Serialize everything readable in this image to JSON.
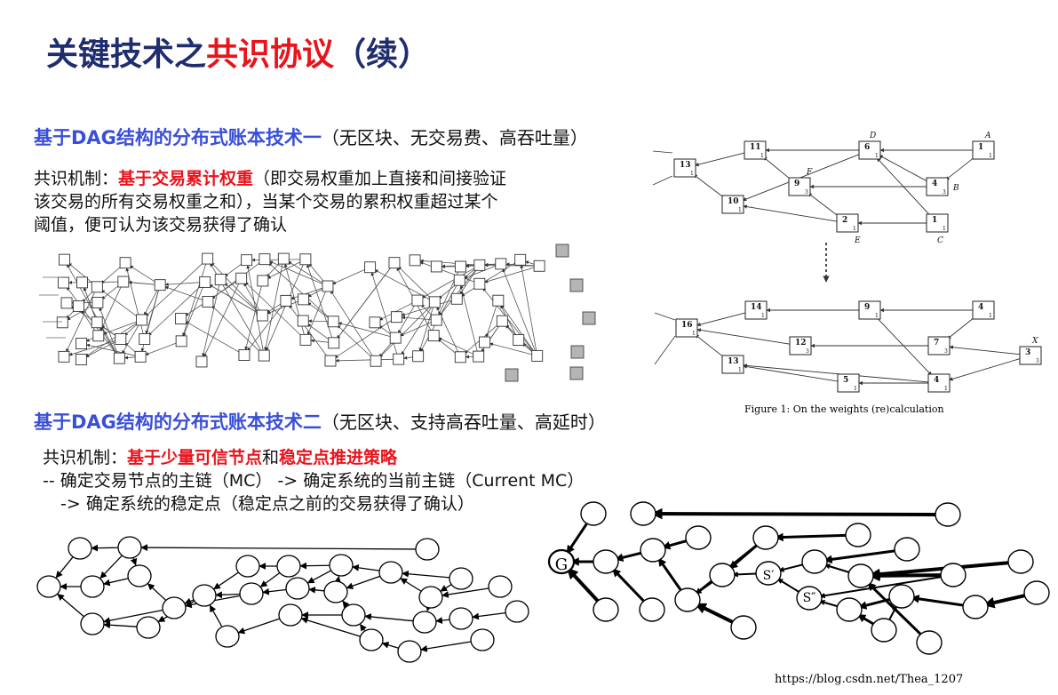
{
  "title": {
    "prefix": "关键技术之",
    "highlight": "共识协议",
    "suffix": "（续）"
  },
  "section1": {
    "heading": "基于DAG结构的分布式账本技术一",
    "note": "（无区块、无交易费、高吞吐量）",
    "label": "共识机制：",
    "highlight": "基于交易累计权重",
    "line1_rest": "（即交易权重加上直接和间接验证",
    "line2": "该交易的所有交易权重之和），当某个交易的累积权重超过某个",
    "line3": "阈值，便可认为该交易获得了确认"
  },
  "section2": {
    "heading": "基于DAG结构的分布式账本技术二",
    "note": "（无区块、支持高吞吐量、高延时）",
    "label": "共识机制：",
    "highlight1": "基于少量可信节点",
    "conj": "和",
    "highlight2": "稳定点推进策略",
    "line2": "-- 确定交易节点的主链（MC） -> 确定系统的当前主链（Current MC）",
    "line3": "-> 确定系统的稳定点（稳定点之前的交易获得了确认）"
  },
  "weights_figure": {
    "caption": "Figure 1: On the weights (re)calculation",
    "top_nodes": [
      {
        "id": "n11",
        "w": "11",
        "s": "1"
      },
      {
        "id": "n6",
        "w": "6",
        "s": "1",
        "letter": "D"
      },
      {
        "id": "n1a",
        "w": "1",
        "s": "1",
        "letter": "A"
      },
      {
        "id": "n13",
        "w": "13",
        "s": "1"
      },
      {
        "id": "n9",
        "w": "9",
        "s": "3",
        "letter": "F"
      },
      {
        "id": "n4",
        "w": "4",
        "s": "3",
        "letter": "B"
      },
      {
        "id": "n10",
        "w": "10",
        "s": "1"
      },
      {
        "id": "n2",
        "w": "2",
        "s": "1",
        "letter": "E"
      },
      {
        "id": "n1c",
        "w": "1",
        "s": "1",
        "letter": "C"
      }
    ],
    "bottom_nodes": [
      {
        "id": "m14",
        "w": "14",
        "s": "1"
      },
      {
        "id": "m9",
        "w": "9",
        "s": "1"
      },
      {
        "id": "m4",
        "w": "4",
        "s": "1"
      },
      {
        "id": "m16",
        "w": "16",
        "s": "1"
      },
      {
        "id": "m12",
        "w": "12",
        "s": "3"
      },
      {
        "id": "m7",
        "w": "7",
        "s": "3"
      },
      {
        "id": "m3",
        "w": "3",
        "s": "3",
        "letter": "X"
      },
      {
        "id": "m13",
        "w": "13",
        "s": "1"
      },
      {
        "id": "m5",
        "w": "5",
        "s": "1"
      },
      {
        "id": "m4b",
        "w": "4",
        "s": "1"
      }
    ]
  },
  "mainchain_figure": {
    "genesis_label": "G",
    "stable_point_label": "S′",
    "next_stable_label": "S″"
  },
  "watermark": "https://blog.csdn.net/Thea_1207"
}
